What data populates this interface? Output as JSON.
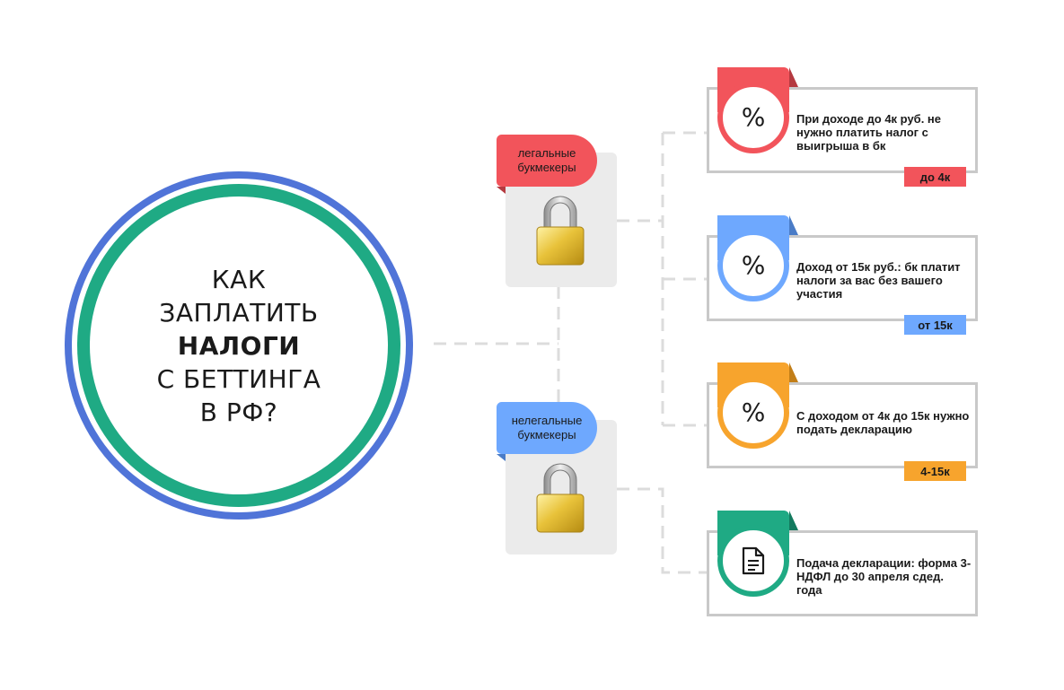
{
  "title": {
    "line1": "КАК",
    "line2": "ЗАПЛАТИТЬ",
    "line3": "НАЛОГИ",
    "line4": "С БЕТТИНГА",
    "line5": "В РФ?"
  },
  "bookmakers": [
    {
      "label": "легальные букмекеры",
      "color": "#f2545b",
      "icon": "padlock-icon"
    },
    {
      "label": "нелегальные букмекеры",
      "color": "#6ea8fe",
      "icon": "padlock-icon"
    }
  ],
  "rules": [
    {
      "icon": "percent-icon",
      "symbol": "%",
      "color": "#f2545b",
      "text": "При доходе до 4к руб. не нужно платить налог с выигрыша в бк",
      "range": "до 4к"
    },
    {
      "icon": "percent-icon",
      "symbol": "%",
      "color": "#6ea8fe",
      "text": "Доход от 15к руб.: бк платит налоги за вас без вашего участия",
      "range": "от 15к"
    },
    {
      "icon": "percent-icon",
      "symbol": "%",
      "color": "#f7a42d",
      "text": "С доходом от 4к до 15к нужно подать декларацию",
      "range": "4-15к"
    },
    {
      "icon": "document-icon",
      "symbol": "",
      "color": "#1faa84",
      "text": "Подача декларации: форма 3-НДФЛ до 30 апреля сдед. года",
      "range": ""
    }
  ],
  "colors": {
    "circle_outer": "#5074d8",
    "circle_inner": "#1faa84",
    "connector": "#dcdcdc",
    "card_border": "#c9c9c9"
  }
}
